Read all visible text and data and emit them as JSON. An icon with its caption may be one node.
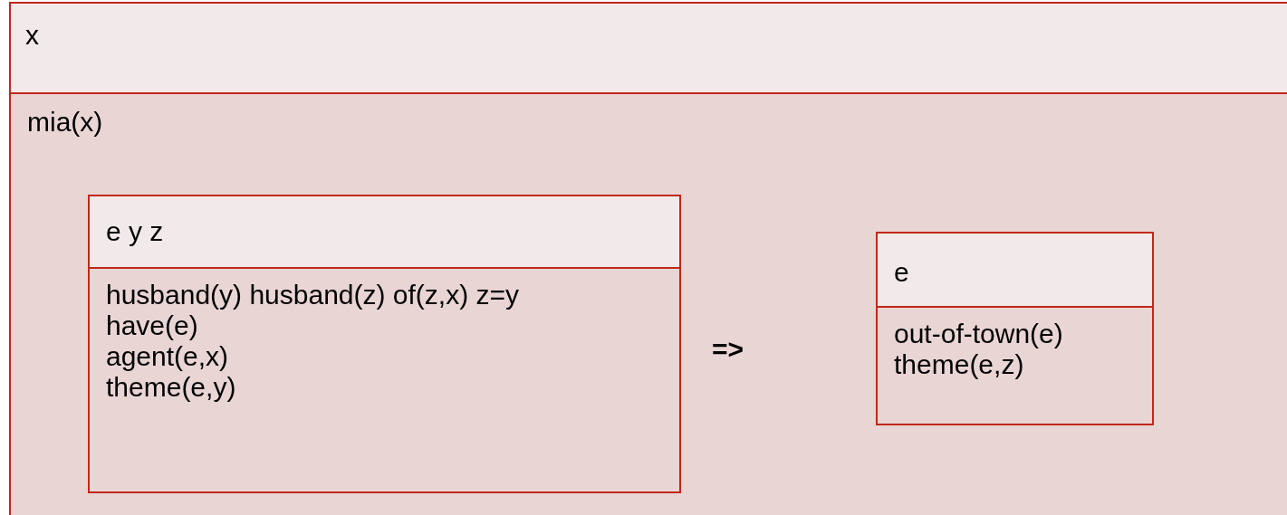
{
  "diagram": {
    "nodes": [
      {
        "text": [
          "x",
          "mia(x)"
        ]
      },
      {
        "text": [
          "e y z",
          "husband(y) husband(z) of(z,x) z=y",
          "have(e)",
          "agent(e,x)",
          "theme(e,y)"
        ],
        "in": 0
      },
      {
        "text": [
          "e",
          "out-of-town(e)",
          "theme(e,z)"
        ],
        "in": 0
      }
    ],
    "labels": [
      "=>"
    ]
  }
}
